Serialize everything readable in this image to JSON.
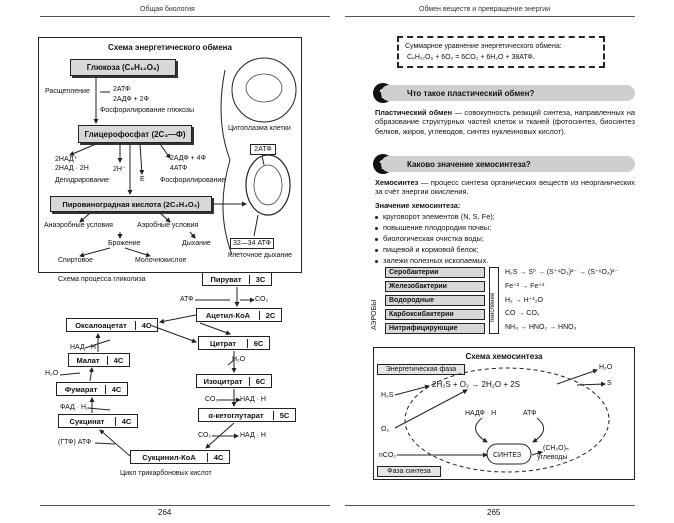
{
  "left": {
    "running_head": "Общая биология",
    "page_number": "264",
    "energy": {
      "title": "Схема энергетического обмена",
      "glucose": "Глюкоза (C₆H₁₂O₆)",
      "splitting": "Расщепление",
      "atp2": "2АТФ",
      "adp2": "2АДФ + 2Ф",
      "phos_glucose": "Фосфорилирование глюкозы",
      "cytoplasm": "Цитоплазма клетки",
      "glycero": "Глицерофосфат (2C₃—Ф)",
      "nad2": "2НАД⁺",
      "nadh2": "2НАД · 2Н",
      "h2": "2Н⁻",
      "e": "E",
      "adp4": "2АДФ + 4Ф",
      "atp4": "4АТФ",
      "dehydro": "Дегидрирование",
      "phosph": "Фосфорилирование",
      "pyruvic": "Пировиноградная кислота (2C₃H₄O₃)",
      "anaerobic": "Анаэробные условия",
      "aerobic": "Аэробные условия",
      "fermentation": "Брожение",
      "alcohol": "Спиртовое",
      "lactic": "Молочнокислое",
      "respiration": "Дыхание",
      "atp_range": "32—34 АТФ",
      "cell_respiration": "Клеточное дыхание",
      "atp_top": "2АТФ",
      "glycolysis": "Схема процесса гликолиза"
    },
    "krebs": {
      "pyruvate": "Пируват",
      "pyruvate_c": "3С",
      "atp": "АТФ",
      "co2": "CO₂",
      "acetyl": "Ацетил-КоА",
      "acetyl_c": "2С",
      "oxaloacetate": "Оксалоацетат",
      "oxaloacetate_c": "4С",
      "nadh": "НАД · Н",
      "malate": "Малат",
      "malate_c": "4С",
      "citrate": "Цитрат",
      "citrate_c": "6С",
      "h2o": "H₂O",
      "fumarate": "Фумарат",
      "fumarate_c": "4С",
      "isocitrate": "Изоцитрат",
      "isocitrate_c": "6С",
      "fad": "ФАД · Н₂",
      "succinate": "Сукцинат",
      "succinate_c": "4С",
      "co2b": "CO₂",
      "nadh2": "НАД · Н",
      "aketo": "α-кетоглутарат",
      "aketo_c": "5С",
      "gtp": "(ГТФ)  АТФ",
      "co2c": "CO₂",
      "nadh3": "НАД · Н",
      "succinyl": "Сукцинил-КоА",
      "succinyl_c": "4С",
      "caption": "Цикл трикарбоновых кислот"
    }
  },
  "right": {
    "running_head": "Обмен веществ и превращение энергии",
    "page_number": "265",
    "summary_label": "Суммарное уравнение энергетического обмена:",
    "summary_eq": "C₆H₁₂O₆ + 6O₂ = 6CO₂ + 6H₂O + 38АТФ.",
    "q1": "Что такое пластический обмен?",
    "plastic_term": "Пластический обмен",
    "plastic_text": " — совокупность реакций синтеза, направленных на образование структурных частей клеток и тканей (фотосинтез, биосинтез белков, жиров, углеводов, синтез нуклеиновых кислот).",
    "q2": "Каково значение хемосинтеза?",
    "chemo_term": "Хемосинтез",
    "chemo_text": " — процесс синтеза органических веществ из неорганических за счёт энергии окисления.",
    "importance_title": "Значение хемосинтеза:",
    "bullets": [
      "круговорот элементов (N, S, Fe);",
      "повышение плодородия почвы;",
      "биологическая очистка воды;",
      "пищевой и кормовой белок;",
      "залежи полезных ископаемых."
    ],
    "aerobes": "АЭРОБЫ",
    "oxidation": "окисление",
    "bacteria": [
      {
        "name": "Серобактерии",
        "reaction": "H₂S → S⁰ → (S⁺⁴O₃)²⁻ → (S⁺⁶O₄)²⁻"
      },
      {
        "name": "Железобактерии",
        "reaction": "Fe⁺² → Fe⁺³"
      },
      {
        "name": "Водородные",
        "reaction": "H₂ → H⁺¹₂O"
      },
      {
        "name": "Карбоксибактерии",
        "reaction": "CO → CO₂"
      },
      {
        "name": "Нитрифицирующие",
        "reaction": "NH₃ → HNO₂ → HNO₃"
      }
    ],
    "scheme": {
      "title": "Схема хемосинтеза",
      "energy_phase": "Энергетическая фаза",
      "eq": "2H₂S + O₂ → 2H₂O + 2S",
      "h2s": "H₂S",
      "h2o": "H₂O",
      "s": "S",
      "nadph": "НАДФ · Н",
      "atp": "АТФ",
      "o2": "O₂",
      "synthesis": "СИНТЕЗ",
      "nco2": "nCO₂",
      "carb": "(CH₂O)ₙ",
      "carb2": "углеводы",
      "synth_phase": "Фаза синтеза"
    }
  }
}
